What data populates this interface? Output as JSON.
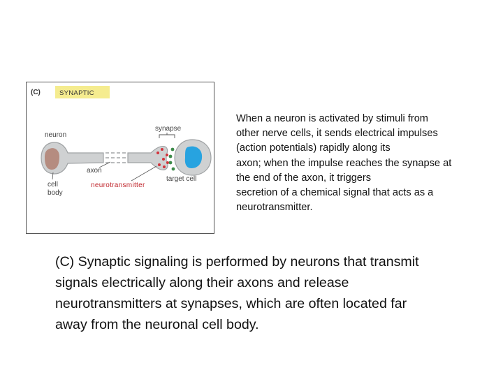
{
  "figure": {
    "panel_letter": "(C)",
    "panel_tag": "SYNAPTIC",
    "labels": {
      "synapse": "synapse",
      "neuron": "neuron",
      "axon": "axon",
      "cell": "cell",
      "body": "body",
      "neurotransmitter": "neurotransmitter",
      "target_cell": "target cell"
    },
    "colors": {
      "tag_highlight": "#f5ec8f",
      "cell_gray": "#cfd1d2",
      "cell_outline": "#9fa2a4",
      "nucleus_brown": "#b58c80",
      "target_nucleus_blue": "#27a3e0",
      "neurotransmitter_red": "#d3333b",
      "receptor_green": "#3d8b4a"
    }
  },
  "description_lines": [
    "When a neuron is activated by stimuli from",
    "other nerve cells, it sends electrical impulses",
    "(action potentials) rapidly along its",
    "axon; when the impulse reaches the synapse at",
    "the end of the axon, it triggers",
    "secretion of a chemical signal that acts as a",
    "neurotransmitter."
  ],
  "caption_lines": [
    "(C) Synaptic signaling is performed by neurons that transmit",
    "signals electrically along their axons and release",
    "neurotransmitters at synapses, which are often located far",
    "away from the neuronal cell body."
  ]
}
